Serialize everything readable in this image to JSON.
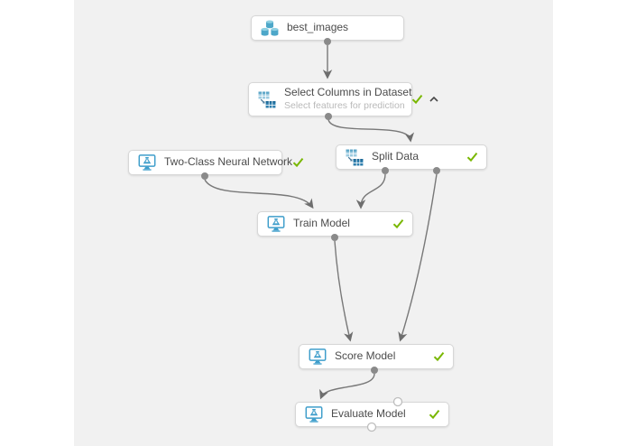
{
  "app": {
    "name": "ML experiment canvas",
    "canvas_background": "#f1f1f1",
    "page_background": "#ffffff"
  },
  "colors": {
    "node_border": "#d7d7d7",
    "node_background": "#ffffff",
    "title_text": "#4b4b4b",
    "subtitle_text": "#b9b9b9",
    "status_check_green": "#79b700",
    "module_icon_blue": "#3f9ecb",
    "dataset_icon_blue": "#4da7c9",
    "connector_gray": "#787878",
    "port_fill_gray": "#8a8a8a",
    "empty_port_stroke": "#bdbdbd"
  },
  "nodes": {
    "best_images": {
      "title": "best_images",
      "icon": "dataset-icon",
      "status": "none"
    },
    "select_columns": {
      "title": "Select Columns in Dataset",
      "subtitle": "Select features for prediction",
      "icon": "select-columns-icon",
      "status": "completed",
      "has_collapse_toggle": true
    },
    "split_data": {
      "title": "Split Data",
      "icon": "split-data-icon",
      "status": "completed"
    },
    "two_class_nn": {
      "title": "Two-Class Neural Network",
      "icon": "ml-module-icon",
      "status": "completed"
    },
    "train_model": {
      "title": "Train Model",
      "icon": "ml-module-icon",
      "status": "completed"
    },
    "score_model": {
      "title": "Score Model",
      "icon": "ml-module-icon",
      "status": "completed"
    },
    "evaluate_model": {
      "title": "Evaluate Model",
      "icon": "ml-module-icon",
      "status": "completed"
    }
  },
  "connections": [
    {
      "from": "best_images",
      "from_port": "output",
      "to": "select_columns",
      "to_port": "input"
    },
    {
      "from": "select_columns",
      "from_port": "output",
      "to": "split_data",
      "to_port": "input"
    },
    {
      "from": "two_class_nn",
      "from_port": "output",
      "to": "train_model",
      "to_port": "input-left"
    },
    {
      "from": "split_data",
      "from_port": "output-left",
      "to": "train_model",
      "to_port": "input-right"
    },
    {
      "from": "split_data",
      "from_port": "output-right",
      "to": "score_model",
      "to_port": "input-right"
    },
    {
      "from": "train_model",
      "from_port": "output",
      "to": "score_model",
      "to_port": "input-left"
    },
    {
      "from": "score_model",
      "from_port": "output",
      "to": "evaluate_model",
      "to_port": "input-left"
    }
  ],
  "unconnected_ports": [
    {
      "node": "evaluate_model",
      "port": "input-right"
    },
    {
      "node": "evaluate_model",
      "port": "output"
    }
  ]
}
